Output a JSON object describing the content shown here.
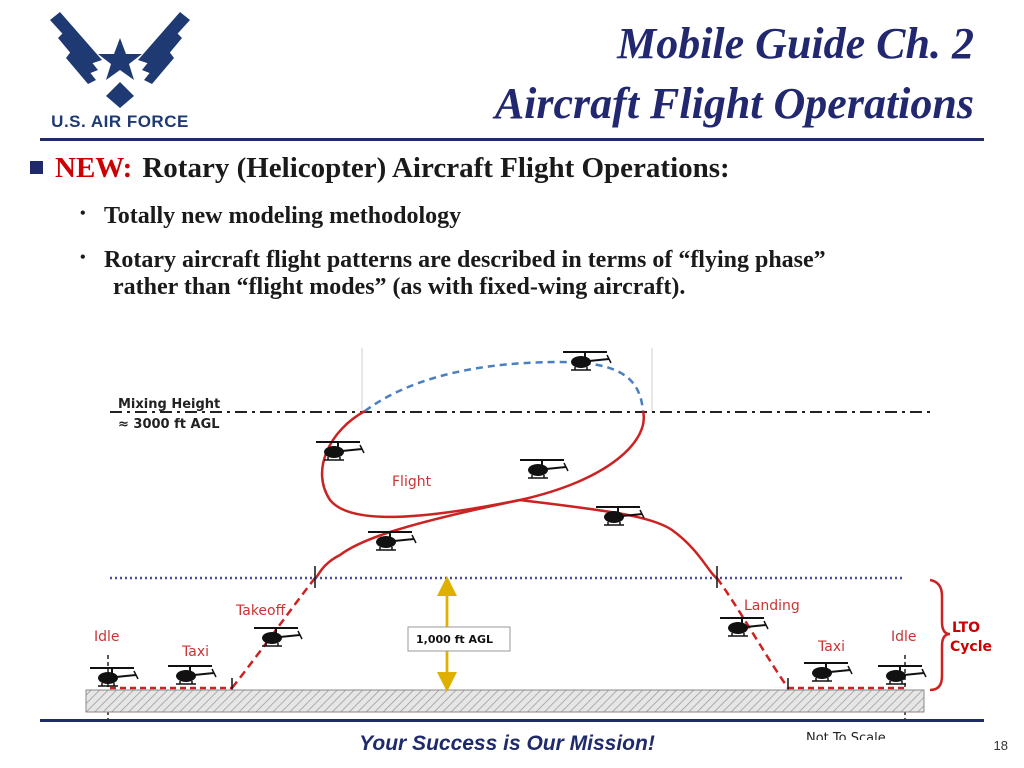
{
  "logo": {
    "text": "U.S. AIR FORCE"
  },
  "title": {
    "line1": "Mobile Guide Ch. 2",
    "line2": "Aircraft Flight Operations"
  },
  "main_bullet": {
    "prefix": "NEW:",
    "text": "Rotary (Helicopter) Aircraft Flight Operations:"
  },
  "sub_bullets": [
    {
      "line1": "Totally new modeling methodology",
      "line2": ""
    },
    {
      "line1": "Rotary aircraft flight patterns are described in terms of “flying phase”",
      "line2": "rather than “flight modes” (as with fixed-wing aircraft)."
    }
  ],
  "diagram": {
    "mixing_height": {
      "line1": "Mixing Height",
      "line2": "≈ 3000 ft AGL"
    },
    "flight": "Flight",
    "takeoff": "Takeoff",
    "landing": "Landing",
    "idle_left": "Idle",
    "idle_right": "Idle",
    "taxi_left": "Taxi",
    "taxi_right": "Taxi",
    "agl_box": "1,000 ft AGL",
    "lto_line1": "LTO",
    "lto_line2": "Cycle",
    "not_to_scale": "Not To Scale",
    "colors": {
      "path": "#cc2222",
      "dashed_upper": "#4a7fc0",
      "dotted_line": "#4a4aa0",
      "arrow": "#e0b000",
      "lto": "#cc0000"
    }
  },
  "footer": {
    "motto": "Your Success is Our Mission!",
    "page": "18"
  }
}
